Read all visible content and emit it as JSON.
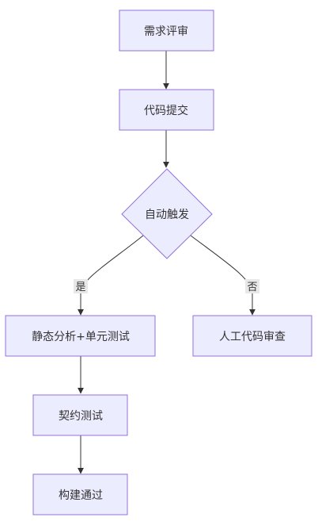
{
  "diagram": {
    "nodes": {
      "req_review": "需求评审",
      "code_commit": "代码提交",
      "auto_trigger": "自动触发",
      "static_analysis": "静态分析+单元测试",
      "manual_review": "人工代码审查",
      "contract_test": "契约测试",
      "build_pass": "构建通过"
    },
    "edge_labels": {
      "yes": "是",
      "no": "否"
    },
    "colors": {
      "node_fill": "#ececff",
      "node_stroke": "#9370db",
      "edge": "#333333",
      "label_bg": "#e8e8e8"
    }
  }
}
